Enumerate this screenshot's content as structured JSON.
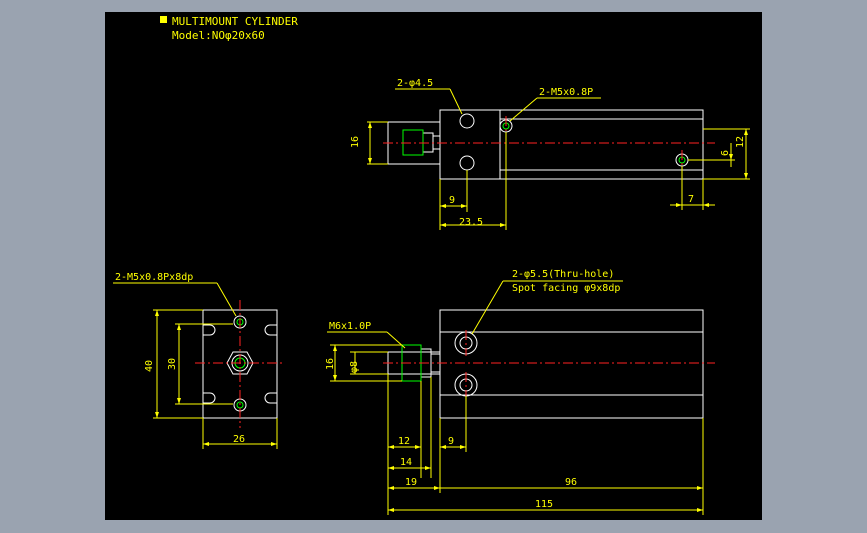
{
  "title": {
    "line1": "MULTIMOUNT CYLINDER",
    "line2": "Model:NOφ20x60",
    "marker_color": "#ffff00"
  },
  "colors": {
    "background": "#000000",
    "outline": "#ffffff",
    "dimension": "#ffff00",
    "centerline": "#ff2222",
    "thread": "#00ff00",
    "frame": "#9aa3b0"
  },
  "views": {
    "top": {
      "labels": {
        "holes": "2-φ4.5",
        "ports": "2-M5x0.8P"
      },
      "dims": {
        "height": "16",
        "hole_offset": "9",
        "port_offset": "23.5",
        "right_port": "7",
        "port_height": "6",
        "body_height": "12"
      }
    },
    "end": {
      "labels": {
        "taps": "2-M5x0.8Px8dp"
      },
      "dims": {
        "outer": "40",
        "inner": "30",
        "width": "26"
      }
    },
    "front": {
      "labels": {
        "thru_holes": "2-φ5.5(Thru-hole)",
        "spot_facing": "Spot facing φ9x8dp",
        "rod_thread": "M6x1.0P"
      },
      "dims": {
        "rod_height": "16",
        "rod_dia": "φ8",
        "d12": "12",
        "d9": "9",
        "d14": "14",
        "d19": "19",
        "d96": "96",
        "d115": "115"
      }
    }
  }
}
